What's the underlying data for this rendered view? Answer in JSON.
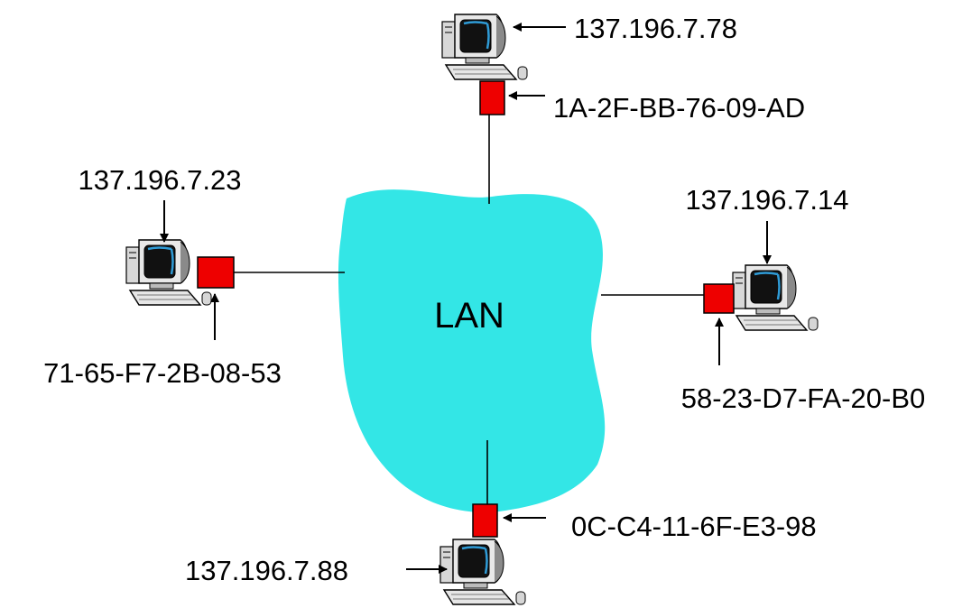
{
  "lan": {
    "label": "LAN",
    "fill": "#33e6e6"
  },
  "nic_color": "#ee0000",
  "hosts": [
    {
      "id": "top",
      "ip": "137.196.7.78",
      "mac": "1A-2F-BB-76-09-AD"
    },
    {
      "id": "left",
      "ip": "137.196.7.23",
      "mac": "71-65-F7-2B-08-53"
    },
    {
      "id": "right",
      "ip": "137.196.7.14",
      "mac": "58-23-D7-FA-20-B0"
    },
    {
      "id": "bottom",
      "ip": "137.196.7.88",
      "mac": "0C-C4-11-6F-E3-98"
    }
  ],
  "icons": {
    "host": "desktop-computer-icon",
    "adapter": "network-adapter-icon",
    "lan": "lan-cloud-icon"
  }
}
